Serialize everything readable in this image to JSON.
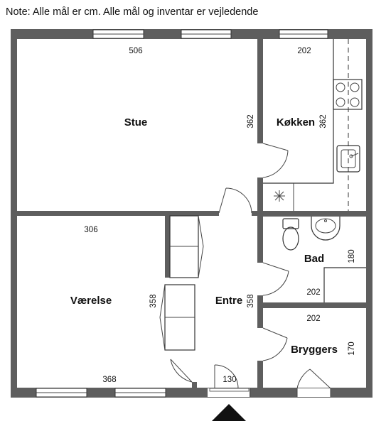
{
  "note": "Note: Alle mål er cm. Alle mål og inventar er vejledende",
  "rooms": {
    "stue": "Stue",
    "kokken": "Køkken",
    "vaerelse": "Værelse",
    "entre": "Entre",
    "bad": "Bad",
    "bryggers": "Bryggers"
  },
  "dimensions": {
    "stue_width": "506",
    "stue_height": "362",
    "kokken_width": "202",
    "kokken_height": "362",
    "vaerelse_width_top": "306",
    "vaerelse_width_bottom": "368",
    "vaerelse_height": "358",
    "entre_height": "358",
    "entre_door": "130",
    "bad_width": "202",
    "bad_height": "180",
    "bryggers_width": "202",
    "bryggers_height": "170"
  },
  "colors": {
    "wall": "#5e5e5e",
    "line": "#333333"
  },
  "icons": {
    "entrance": "entrance-arrow-icon",
    "stove": "stove-icon",
    "sink": "kitchen-sink-icon",
    "toilet": "toilet-icon",
    "washbasin": "washbasin-icon"
  }
}
